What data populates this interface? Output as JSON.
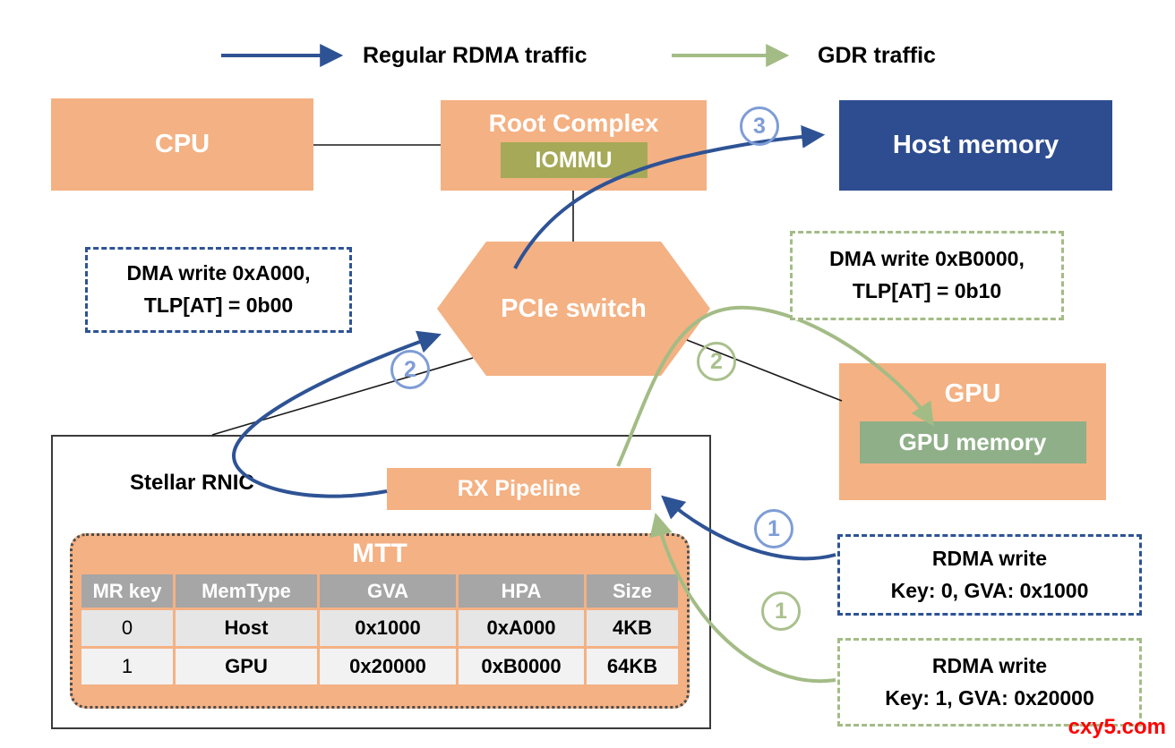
{
  "legend": {
    "regular_label": "Regular RDMA traffic",
    "gdr_label": "GDR traffic"
  },
  "nodes": {
    "cpu": "CPU",
    "root_complex": "Root Complex",
    "iommu": "IOMMU",
    "host_memory": "Host memory",
    "pcie_switch": "PCIe switch",
    "gpu": "GPU",
    "gpu_memory": "GPU memory",
    "stellar_rnic": "Stellar RNIC",
    "rx_pipeline": "RX Pipeline"
  },
  "callouts": {
    "dma_host": {
      "line1": "DMA write 0xA000,",
      "line2": "TLP[AT] = 0b00"
    },
    "dma_gpu": {
      "line1": "DMA write 0xB0000,",
      "line2": "TLP[AT] = 0b10"
    },
    "rdma_host": {
      "line1": "RDMA write",
      "line2": "Key: 0, GVA: 0x1000"
    },
    "rdma_gpu": {
      "line1": "RDMA write",
      "line2": "Key: 1, GVA: 0x20000"
    }
  },
  "step_badges": {
    "three": "3",
    "two_blue": "2",
    "two_green": "2",
    "one_blue": "1",
    "one_green": "1"
  },
  "mtt": {
    "title": "MTT",
    "headers": [
      "MR key",
      "MemType",
      "GVA",
      "HPA",
      "Size"
    ],
    "rows": [
      [
        "0",
        "Host",
        "0x1000",
        "0xA000",
        "4KB"
      ],
      [
        "1",
        "GPU",
        "0x20000",
        "0xB0000",
        "64KB"
      ]
    ]
  },
  "watermark": "cxy5.com",
  "colors": {
    "orange": "#F4B183",
    "olive": "#A6A957",
    "dark_blue_box": "#2E4D90",
    "blue_arrow": "#2E5395",
    "green_arrow": "#A3BC86",
    "memory_green": "#8FAF88",
    "badge_blue": "#7E9DD6",
    "badge_green": "#A9C08C",
    "watermark_red": "#FF0000"
  }
}
